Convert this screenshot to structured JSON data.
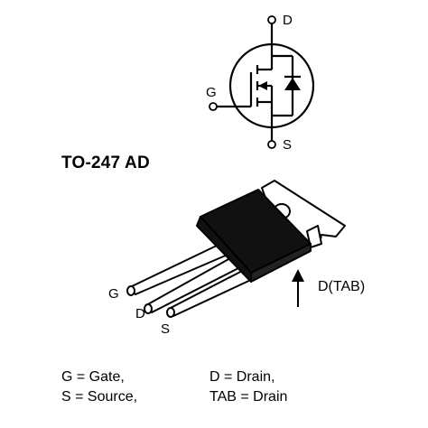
{
  "symbol": {
    "drain_label": "D",
    "gate_label": "G",
    "source_label": "S"
  },
  "package": {
    "title": "TO-247 AD",
    "gate_label": "G",
    "drain_label": "D",
    "source_label": "S",
    "tab_label": "D(TAB)"
  },
  "legend": {
    "g": "G = Gate,",
    "s": "S = Source,",
    "d": "D = Drain,",
    "tab": "TAB = Drain"
  }
}
